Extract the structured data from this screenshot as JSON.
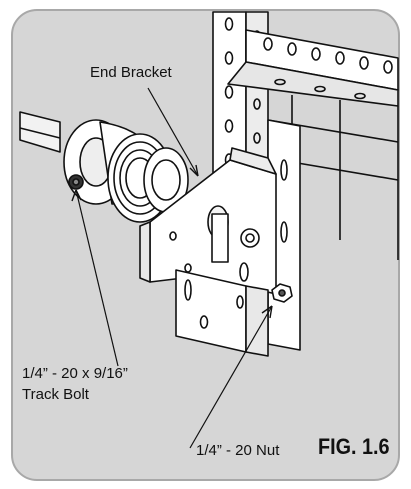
{
  "labels": {
    "end_bracket": "End Bracket",
    "track_bolt_line1": "1/4” - 20 x 9/16”",
    "track_bolt_line2": "Track Bolt",
    "nut": "1/4” - 20 Nut"
  },
  "figure_label": "FIG. 1.6",
  "colors": {
    "panel_background": "#d6d6d6",
    "panel_border": "#a8a8a8",
    "line_art": "#111111",
    "metal": "#ffffff"
  }
}
